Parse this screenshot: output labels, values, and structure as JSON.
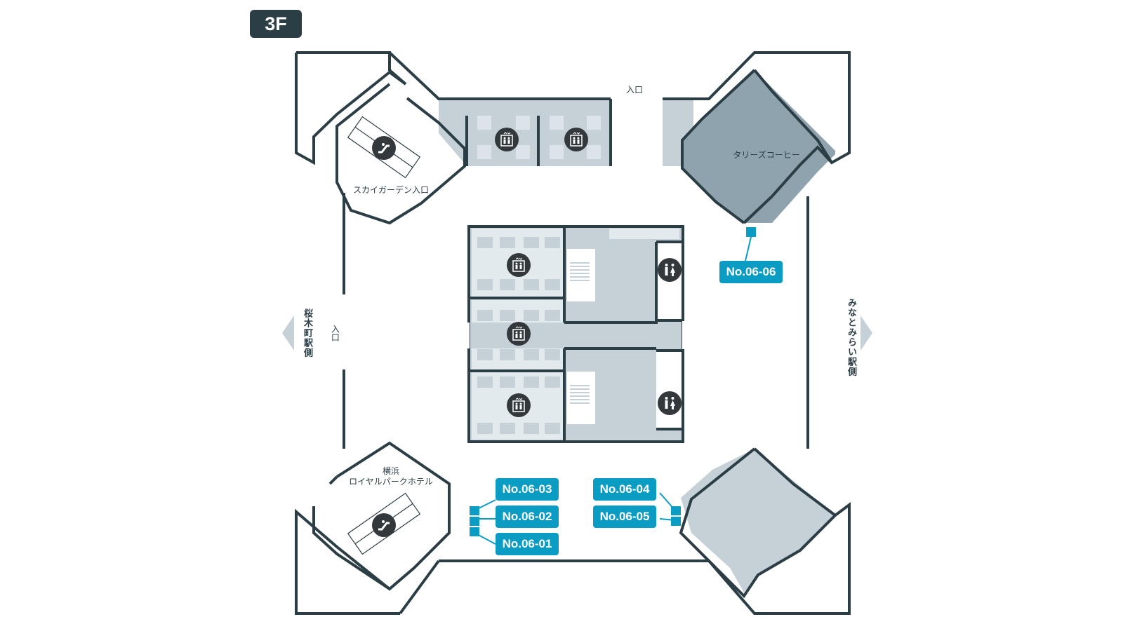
{
  "floor": "3F",
  "labels": {
    "entrance_top": "入口",
    "entrance_left": "入口",
    "skygarden": "スカイガーデン入口",
    "hotel_line1": "横浜",
    "hotel_line2": "ロイヤルパークホテル",
    "cafe": "タリーズコーヒー",
    "side_left": "桜木町駅側",
    "side_right": "みなとみらい駅側"
  },
  "locations": [
    {
      "id": "No.06-06"
    },
    {
      "id": "No.06-03"
    },
    {
      "id": "No.06-02"
    },
    {
      "id": "No.06-01"
    },
    {
      "id": "No.06-04"
    },
    {
      "id": "No.06-05"
    }
  ],
  "icons": {
    "escalator": "escalator-icon",
    "elevator": "elevator-icon",
    "restroom": "restroom-icon"
  },
  "colors": {
    "wall": "#2b3d45",
    "tile": "#c5d0d7",
    "tile_dark": "#8fa3ae",
    "floor_light": "#e3eaee",
    "marker": "#0b9cc3"
  }
}
